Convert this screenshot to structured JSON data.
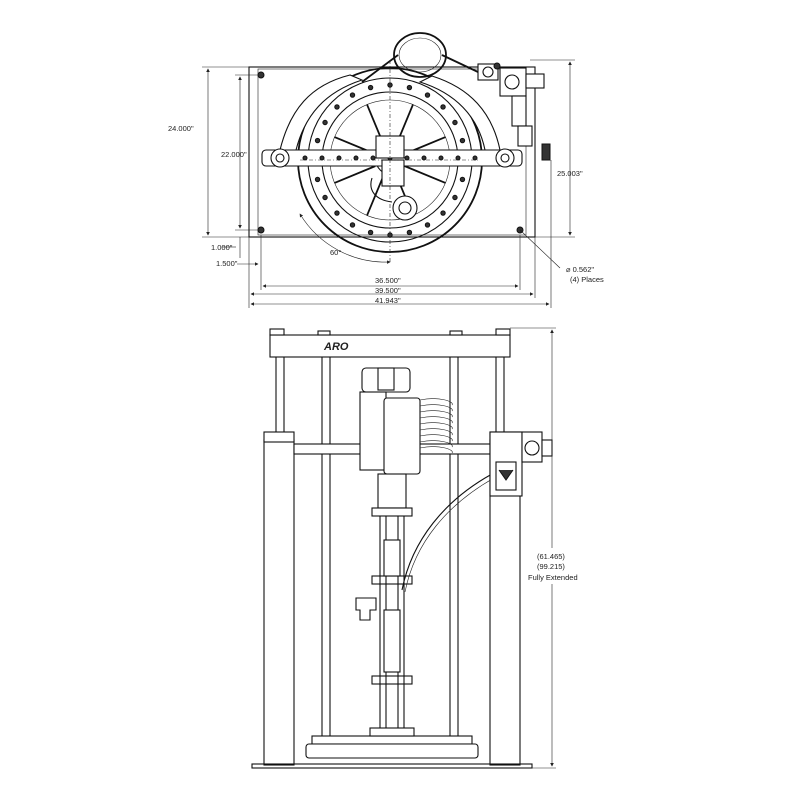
{
  "top_view": {
    "dimensions": {
      "height_outer": "24.000\"",
      "height_inner": "22.000\"",
      "height_right": "25.003\"",
      "offset_a": "1.000\"",
      "offset_b": "1.500\"",
      "angle": "60°",
      "width_holes": "36.500\"",
      "width_base": "39.500\"",
      "width_overall": "41.943\"",
      "hole_dia": "⌀ 0.562\"",
      "hole_count": "(4) Places"
    }
  },
  "front_view": {
    "logo": "ARO",
    "dimensions": {
      "height_1": "(61.465)",
      "height_2": "(99.215)",
      "height_note": "Fully Extended"
    }
  }
}
